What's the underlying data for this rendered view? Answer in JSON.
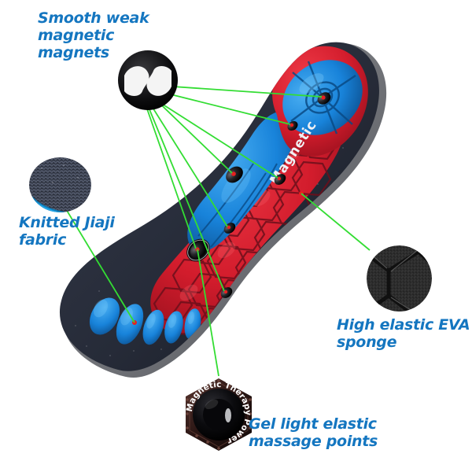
{
  "page": {
    "kind": "product-infographic",
    "subject": "magnetic massage shoe insole",
    "background_color": "#ffffff",
    "accent_color": "#1476c0",
    "callout_line_color": "#33dd33",
    "callout_point_color": "#e8201f"
  },
  "palette": {
    "label_blue": "#1476c0",
    "green_line": "#33dd33",
    "insole_fabric_dark": "#2a2f3d",
    "insole_fabric_darker": "#1b1f2a",
    "gel_red": "#d62030",
    "gel_red_dark": "#9e1320",
    "gel_blue": "#1e90e8",
    "gel_blue_dark": "#0f5fa8",
    "sole_edge_gray": "#6d6f74",
    "magnet_black": "#111111",
    "magnet_white": "#f2f2f2"
  },
  "callouts": [
    {
      "id": "magnets",
      "label": "Smooth weak\nmagnetic\nmagnets",
      "swatch": "magnet-disc-swatch",
      "swatch_description": "black round magnet with white S-curve pattern"
    },
    {
      "id": "knitted-fabric",
      "label": "Knitted Jiaji\nfabric",
      "swatch": "knitted-fabric-swatch",
      "swatch_description": "dark gray knitted textile with blue lower edge"
    },
    {
      "id": "eva-sponge",
      "label": "High elastic EVA\nsponge",
      "swatch": "eva-sponge-swatch",
      "swatch_description": "black hexagon-embossed EVA foam texture"
    },
    {
      "id": "gel-massage",
      "label": "Gel light elastic\nmassage points",
      "swatch": "hex-magnet-button",
      "swatch_description": "black hexagonal magnet button"
    }
  ],
  "insole": {
    "printed_text": "Magnetic",
    "toe_pads_count": 5,
    "magnet_points_count": 6,
    "regions": [
      {
        "name": "heel-blue-cushion",
        "color": "#1e90e8"
      },
      {
        "name": "arch-blue-pad",
        "color": "#1e90e8"
      },
      {
        "name": "forefoot-red-hex-pads",
        "color": "#d62030"
      },
      {
        "name": "toe-blue-pads",
        "color": "#1e90e8"
      },
      {
        "name": "fabric-border",
        "color": "#2a2f3d"
      }
    ]
  },
  "hex_magnet_button": {
    "ring_text": "Magnetic Therapy Power"
  }
}
